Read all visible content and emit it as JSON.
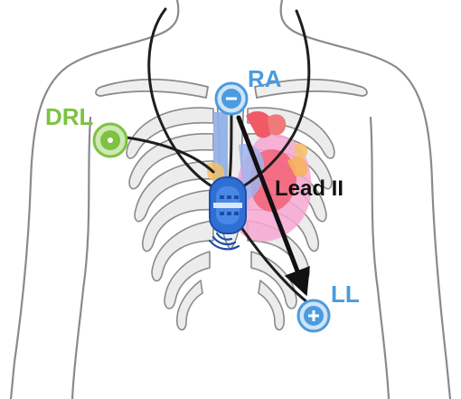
{
  "labels": {
    "ra": "RA",
    "drl": "DRL",
    "ll": "LL",
    "lead": "Lead II"
  },
  "electrodes": {
    "ra": {
      "symbol": "minus",
      "color": "#4a9be0"
    },
    "ll": {
      "symbol": "plus",
      "color": "#4a9be0"
    },
    "drl": {
      "symbol": "dot",
      "color": "#7ec242"
    }
  },
  "colors": {
    "ra_label": "#4a9be0",
    "ll_label": "#4a9be0",
    "drl_label": "#7ec242",
    "lead_label": "#111111",
    "lead_arrow": "#111111",
    "wire": "#1e1e1e",
    "body_outline": "#8a8a8a",
    "ribs_fill": "#ececec",
    "device": "#2f6fd4"
  }
}
